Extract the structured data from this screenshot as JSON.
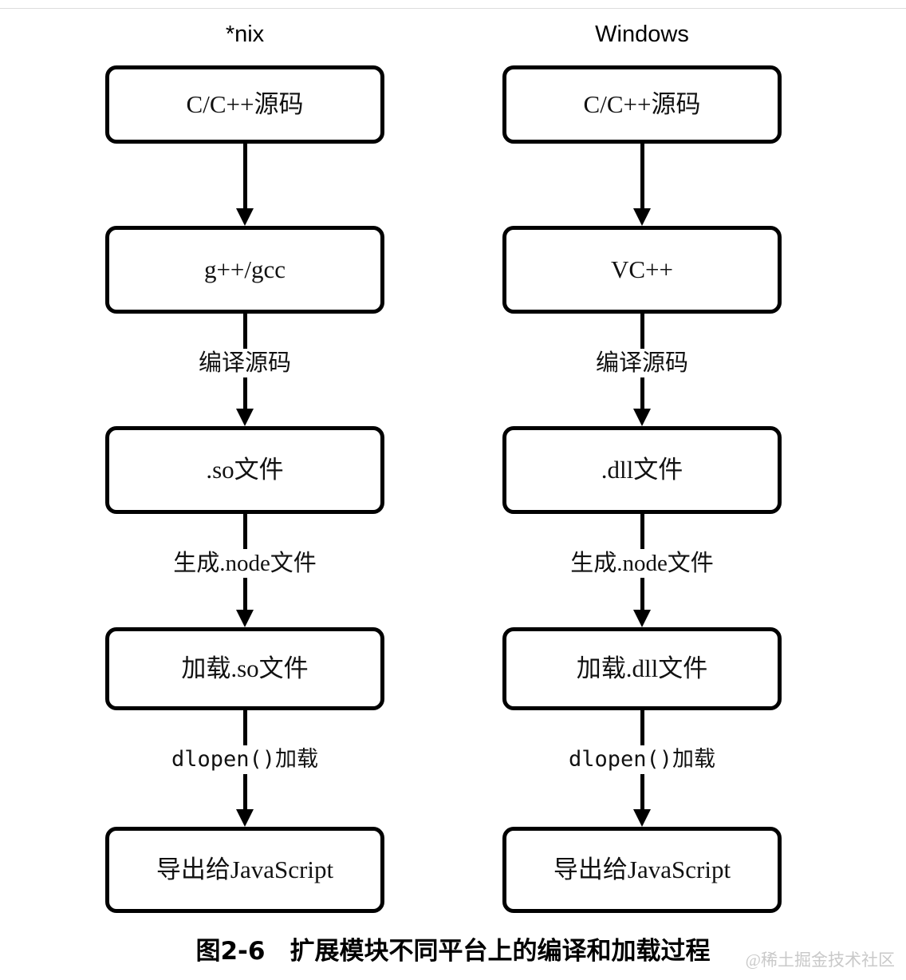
{
  "figure": {
    "caption": "图2-6　扩展模块不同平台上的编译和加载过程",
    "watermark": "@稀土掘金技术社区"
  },
  "columns": [
    {
      "id": "nix",
      "header": "*nix",
      "nodes": [
        "C/C++源码",
        "g++/gcc",
        ".so文件",
        "加载.so文件",
        "导出给JavaScript"
      ],
      "edges": [
        "",
        "编译源码",
        "生成.node文件",
        "dlopen()加载"
      ]
    },
    {
      "id": "windows",
      "header": "Windows",
      "nodes": [
        "C/C++源码",
        "VC++",
        ".dll文件",
        "加载.dll文件",
        "导出给JavaScript"
      ],
      "edges": [
        "",
        "编译源码",
        "生成.node文件",
        "dlopen()加载"
      ]
    }
  ],
  "style": {
    "stroke": "#000000",
    "background": "#ffffff",
    "watermark_color": "#c9c9c9"
  }
}
